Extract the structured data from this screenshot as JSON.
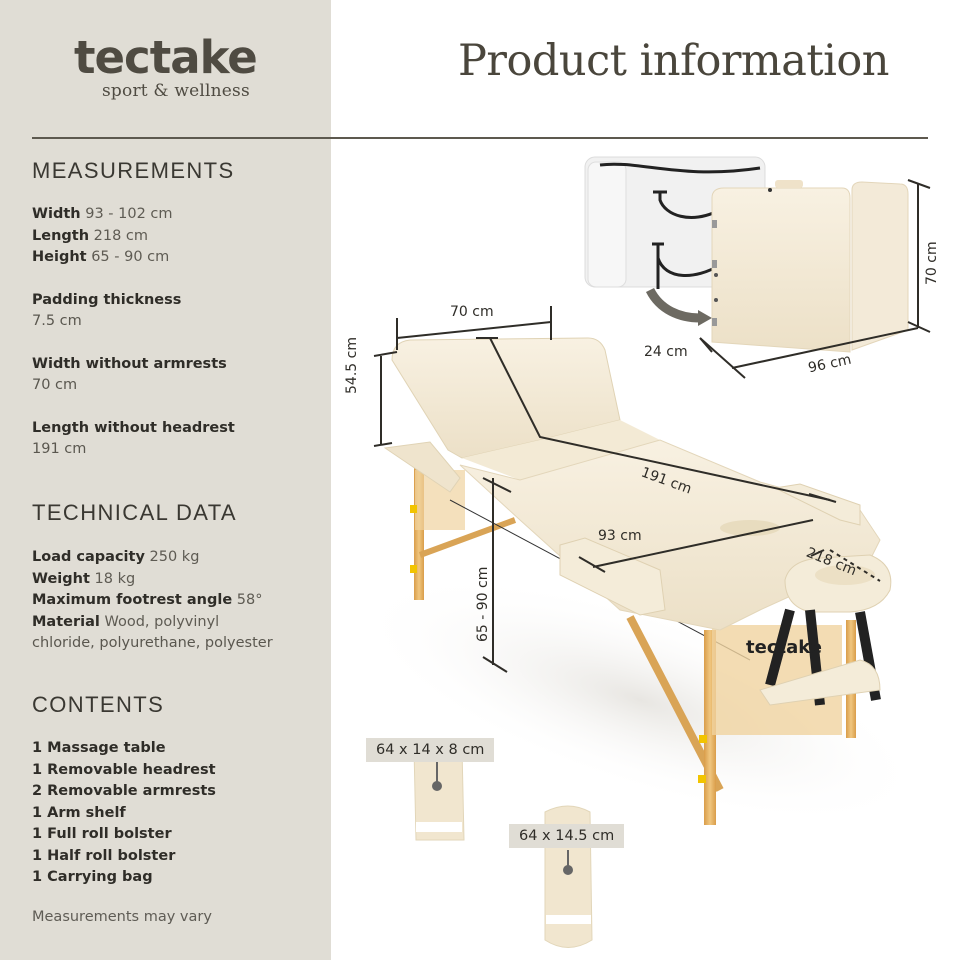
{
  "brand": {
    "name": "tectake",
    "tagline": "sport & wellness"
  },
  "header": {
    "title": "Product information"
  },
  "measurements": {
    "heading": "MEASUREMENTS",
    "width": {
      "label": "Width",
      "value": "93 - 102 cm"
    },
    "length": {
      "label": "Length",
      "value": "218 cm"
    },
    "height": {
      "label": "Height",
      "value": "65 - 90 cm"
    },
    "padding": {
      "label": "Padding thickness",
      "value": "7.5 cm"
    },
    "width_no_armrests": {
      "label": "Width without armrests",
      "value": "70 cm"
    },
    "length_no_headrest": {
      "label": "Length without headrest",
      "value": "191 cm"
    }
  },
  "technical": {
    "heading": "TECHNICAL DATA",
    "load": {
      "label": "Load capacity",
      "value": "250 kg"
    },
    "weight": {
      "label": "Weight",
      "value": "18 kg"
    },
    "footrest": {
      "label": "Maximum footrest angle",
      "value": "58°"
    },
    "material": {
      "label": "Material",
      "value_line1": "Wood, polyvinyl",
      "value_line2": "chloride, polyurethane, polyester"
    }
  },
  "contents": {
    "heading": "CONTENTS",
    "items": [
      "1 Massage table",
      "1 Removable headrest",
      "2 Removable armrests",
      "1 Arm shelf",
      "1 Full roll bolster",
      "1 Half roll bolster",
      "1 Carrying bag"
    ],
    "note": "Measurements may vary"
  },
  "illustration": {
    "folded": {
      "depth": "24 cm",
      "width": "96 cm",
      "height": "70 cm"
    },
    "table": {
      "backrest_width": "70 cm",
      "backrest_height": "54.5 cm",
      "length_no_headrest": "191 cm",
      "width_armrests": "93 cm",
      "total_length": "218 cm",
      "height": "65 - 90 cm"
    },
    "half_roll": "64 x 14 x 8 cm",
    "full_roll": "64 x 14.5 cm"
  },
  "colors": {
    "sidebar_bg": "#e0ddd5",
    "text_dark": "#3a3832",
    "divider": "#5d594f",
    "cushion": "#f3ead8",
    "wood": "#e6b86a"
  }
}
